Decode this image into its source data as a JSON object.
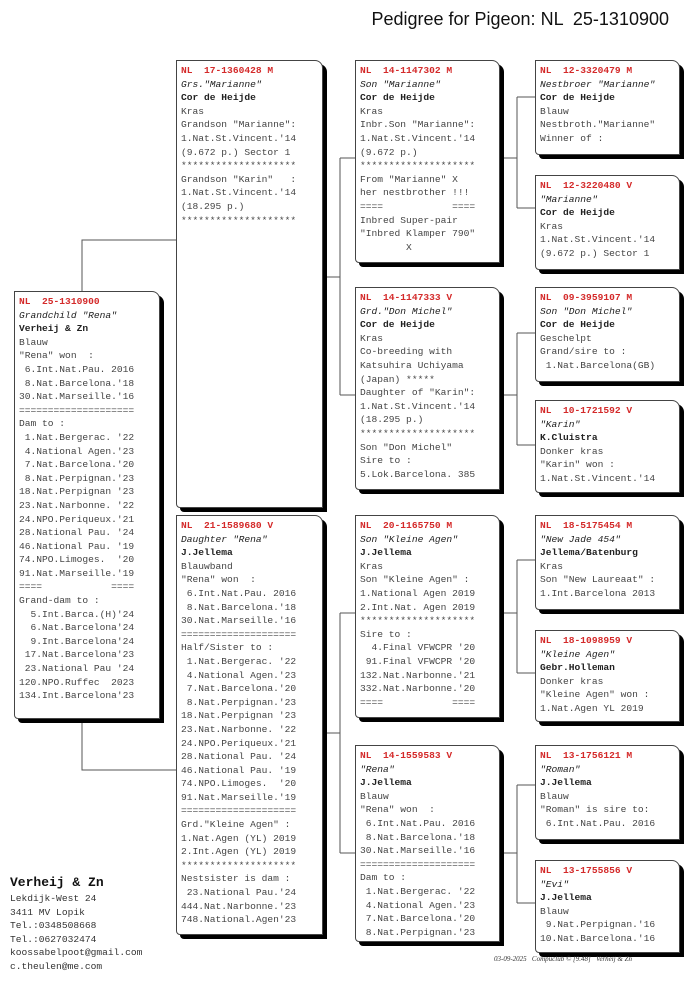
{
  "title": "Pedigree for Pigeon: NL  25-1310900",
  "cards": [
    {
      "ring": "NL  25-1310900",
      "name": "Grandchild \"Rena\"",
      "breeder": "Verheij & Zn",
      "lines": [
        "Blauw",
        "\"Rena\" won  :",
        " 6.Int.Nat.Pau. 2016",
        " 8.Nat.Barcelona.'18",
        "30.Nat.Marseille.'16",
        "====================",
        "Dam to :",
        " 1.Nat.Bergerac. '22",
        " 4.National Agen.'23",
        " 7.Nat.Barcelona.'20",
        " 8.Nat.Perpignan.'23",
        "18.Nat.Perpignan '23",
        "23.Nat.Narbonne. '22",
        "24.NPO.Periqueux.'21",
        "28.National Pau. '24",
        "46.National Pau. '19",
        "74.NPO.Limoges.  '20",
        "91.Nat.Marseille.'19",
        "====            ====",
        "Grand-dam to :",
        "  5.Int.Barca.(H)'24",
        "  6.Nat.Barcelona'24",
        "  9.Int.Barcelona'24",
        " 17.Nat.Barcelona'23",
        " 23.National Pau '24",
        "120.NPO.Ruffec  2023",
        "134.Int.Barcelona'23"
      ]
    },
    {
      "ring": "NL  17-1360428 M",
      "name": "Grs.\"Marianne\"",
      "breeder": "Cor de Heijde",
      "lines": [
        "Kras",
        "Grandson \"Marianne\":",
        "1.Nat.St.Vincent.'14",
        "(9.672 p.) Sector 1",
        "********************",
        "Grandson \"Karin\"   :",
        "1.Nat.St.Vincent.'14",
        "(18.295 p.)",
        "********************"
      ]
    },
    {
      "ring": "NL  21-1589680 V",
      "name": "Daughter \"Rena\"",
      "breeder": "J.Jellema",
      "lines": [
        "Blauwband",
        "\"Rena\" won  :",
        " 6.Int.Nat.Pau. 2016",
        " 8.Nat.Barcelona.'18",
        "30.Nat.Marseille.'16",
        "====================",
        "Half/Sister to :",
        " 1.Nat.Bergerac. '22",
        " 4.National Agen.'23",
        " 7.Nat.Barcelona.'20",
        " 8.Nat.Perpignan.'23",
        "18.Nat.Perpignan '23",
        "23.Nat.Narbonne. '22",
        "24.NPO.Periqueux.'21",
        "28.National Pau. '24",
        "46.National Pau. '19",
        "74.NPO.Limoges.  '20",
        "91.Nat.Marseille.'19",
        "====================",
        "Grd.\"Kleine Agen\" :",
        "1.Nat.Agen (YL) 2019",
        "2.Int.Agen (YL) 2019",
        "********************",
        "Nestsister is dam :",
        " 23.National Pau.'24",
        "444.Nat.Narbonne.'23",
        "748.National.Agen'23"
      ]
    },
    {
      "ring": "NL  14-1147302 M",
      "name": "Son \"Marianne\"",
      "breeder": "Cor de Heijde",
      "lines": [
        "Kras",
        "Inbr.Son \"Marianne\":",
        "1.Nat.St.Vincent.'14",
        "(9.672 p.)",
        "********************",
        "From \"Marianne\" X",
        "her nestbrother !!!",
        "====            ====",
        "Inbred Super-pair",
        "\"Inbred Klamper 790\"",
        "        X"
      ]
    },
    {
      "ring": "NL  14-1147333 V",
      "name": "Grd.\"Don Michel\"",
      "breeder": "Cor de Heijde",
      "lines": [
        "Kras",
        "Co-breeding with",
        "Katsuhira Uchiyama",
        "(Japan) *****",
        "Daughter of \"Karin\":",
        "1.Nat.St.Vincent.'14",
        "(18.295 p.)",
        "********************",
        "Son \"Don Michel\"",
        "Sire to :",
        "5.Lok.Barcelona. 385"
      ]
    },
    {
      "ring": "NL  20-1165750 M",
      "name": "Son \"Kleine Agen\"",
      "breeder": "J.Jellema",
      "lines": [
        "Kras",
        "Son \"Kleine Agen\" :",
        "1.National Agen 2019",
        "2.Int.Nat. Agen 2019",
        "********************",
        "Sire to :",
        "  4.Final VFWCPR '20",
        " 91.Final VFWCPR '20",
        "132.Nat.Narbonne.'21",
        "332.Nat.Narbonne.'20",
        "====            ===="
      ]
    },
    {
      "ring": "NL  14-1559583 V",
      "name": "\"Rena\"",
      "breeder": "J.Jellema",
      "lines": [
        "Blauw",
        "\"Rena\" won  :",
        " 6.Int.Nat.Pau. 2016",
        " 8.Nat.Barcelona.'18",
        "30.Nat.Marseille.'16",
        "====================",
        "Dam to :",
        " 1.Nat.Bergerac. '22",
        " 4.National Agen.'23",
        " 7.Nat.Barcelona.'20",
        " 8.Nat.Perpignan.'23"
      ]
    },
    {
      "ring": "NL  12-3320479 M",
      "name": "Nestbroer \"Marianne\"",
      "breeder": "Cor de Heijde",
      "lines": [
        "Blauw",
        "Nestbroth.\"Marianne\"",
        "Winner of :"
      ]
    },
    {
      "ring": "NL  12-3220480 V",
      "name": "\"Marianne\"",
      "breeder": "Cor de Heijde",
      "lines": [
        "Kras",
        "1.Nat.St.Vincent.'14",
        "(9.672 p.) Sector 1"
      ]
    },
    {
      "ring": "NL  09-3959107 M",
      "name": "Son \"Don Michel\"",
      "breeder": "Cor de Heijde",
      "lines": [
        "Geschelpt",
        "Grand/sire to :",
        " 1.Nat.Barcelona(GB)"
      ]
    },
    {
      "ring": "NL  10-1721592 V",
      "name": "\"Karin\"",
      "breeder": "K.Cluistra",
      "lines": [
        "Donker kras",
        "\"Karin\" won :",
        "1.Nat.St.Vincent.'14"
      ]
    },
    {
      "ring": "NL  18-5175454 M",
      "name": "\"New Jade 454\"",
      "breeder": "Jellema/Batenburg",
      "lines": [
        "Kras",
        "Son \"New Laureaat\" :",
        "1.Int.Barcelona 2013"
      ]
    },
    {
      "ring": "NL  18-1098959 V",
      "name": "\"Kleine Agen\"",
      "breeder": "Gebr.Holleman",
      "lines": [
        "Donker kras",
        "\"Kleine Agen\" won :",
        "1.Nat.Agen YL 2019"
      ]
    },
    {
      "ring": "NL  13-1756121 M",
      "name": "\"Roman\"",
      "breeder": "J.Jellema",
      "lines": [
        "Blauw",
        "\"Roman\" is sire to:",
        " 6.Int.Nat.Pau. 2016"
      ]
    },
    {
      "ring": "NL  13-1755856 V",
      "name": "\"Evi\"",
      "breeder": "J.Jellema",
      "lines": [
        "Blauw",
        " 9.Nat.Perpignan.'16",
        "10.Nat.Barcelona.'16"
      ]
    }
  ],
  "owner": {
    "name": "Verheij & Zn",
    "lines": [
      "Lekdijk-West 24",
      "3411 MV  Lopik",
      "Tel.:0348508668",
      "Tel.:0627032474",
      "koossabelpoot@gmail.com",
      "c.theulen@me.com"
    ]
  },
  "footer": "03-09-2025   Compuclub © [9.48]   Verheij & Zn",
  "colors": {
    "ring": "#d42a2a",
    "shadow": "#000000"
  }
}
